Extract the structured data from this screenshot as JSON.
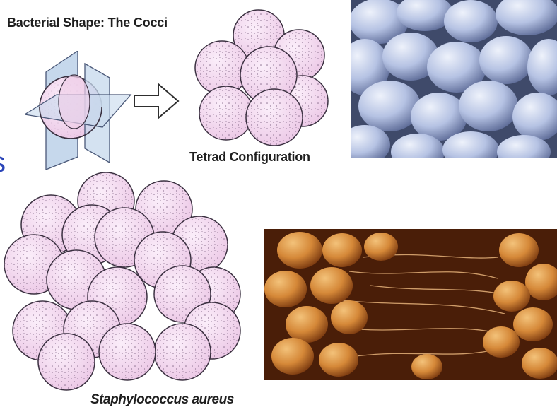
{
  "labels": {
    "title": "Bacterial Shape: The Cocci",
    "tetrad": "Tetrad Configuration",
    "staph": "Staphylococcus aureus",
    "edge_letter": "s"
  },
  "icons": {
    "division_planes": "division-planes-diagram",
    "arrow": "right-arrow-icon"
  },
  "colors": {
    "cell_fill": "#f3d6ef",
    "cell_stroke": "#3a3040",
    "cell_dots": "#8a6f8e",
    "plane_fill": "#c6d8ec",
    "sem_blue": "#a9b6da",
    "sem_orange": "#c7742a"
  }
}
